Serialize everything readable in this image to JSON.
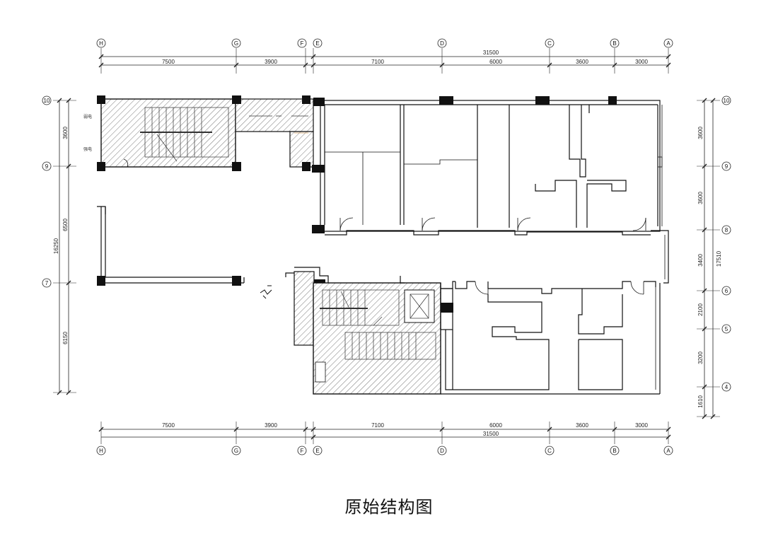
{
  "title": "原始结构图",
  "grid_axes": {
    "columns": [
      "H",
      "G",
      "F",
      "E",
      "D",
      "C",
      "B",
      "A"
    ],
    "rows": [
      "10",
      "9",
      "8",
      "7",
      "6",
      "5",
      "4"
    ]
  },
  "top_dimensions": {
    "segments": [
      "7500",
      "3900",
      "7100",
      "6000",
      "3600",
      "3000"
    ],
    "total": "31500"
  },
  "bottom_dimensions": {
    "segments": [
      "7500",
      "3900",
      "7100",
      "6000",
      "3600",
      "3000"
    ],
    "total": "31500"
  },
  "left_dimensions": {
    "segments": [
      "3600",
      "6500",
      "6150"
    ],
    "total": "16250"
  },
  "right_dimensions": {
    "segments": [
      "3600",
      "3600",
      "3400",
      "2100",
      "3200",
      "1610"
    ],
    "total": "17510"
  },
  "annotations": {
    "weak_current": "弱电",
    "strong_current": "强电"
  }
}
